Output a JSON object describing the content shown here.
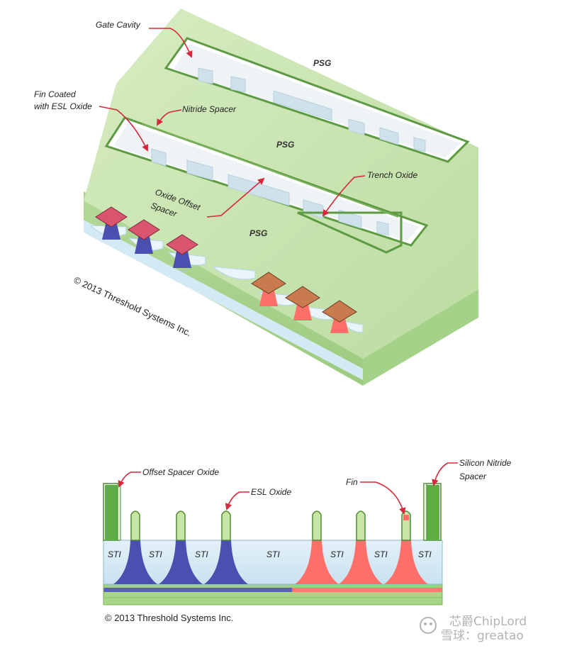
{
  "top_figure": {
    "labels": {
      "gate_cavity": "Gate Cavity",
      "fin_coated_line1": "Fin Coated",
      "fin_coated_line2": "with ESL Oxide",
      "nitride_spacer": "Nitride Spacer",
      "trench_oxide": "Trench Oxide",
      "oxide_offset_line1": "Oxide Offset",
      "oxide_offset_line2": "Spacer"
    },
    "psg_labels": [
      "PSG",
      "PSG",
      "PSG"
    ],
    "copyright": "© 2013 Threshold Systems Inc."
  },
  "bottom_figure": {
    "labels": {
      "offset_spacer_oxide": "Offset Spacer Oxide",
      "esl_oxide": "ESL Oxide",
      "fin": "Fin",
      "silicon_nitride_line1": "Silicon Nitride",
      "silicon_nitride_line2": "Spacer"
    },
    "sti_labels": [
      "STI",
      "STI",
      "STI",
      "STI",
      "STI",
      "STI",
      "STI"
    ],
    "copyright": "© 2013 Threshold Systems Inc."
  },
  "watermark": {
    "line1": "芯爵ChipLord",
    "line2": "雪球：greatao"
  },
  "colors": {
    "psg_green": "#b9dc9c",
    "psg_dark": "#8fbf6e",
    "cavity_floor": "#d9e7ef",
    "sti_blue": "#d7eaf5",
    "pfin_purple": "#4b4fb0",
    "nfin_red": "#ff6f6a",
    "gate_orange": "#c97a4e",
    "callout_red": "#d6283a",
    "spacer_green": "#5fae45"
  }
}
